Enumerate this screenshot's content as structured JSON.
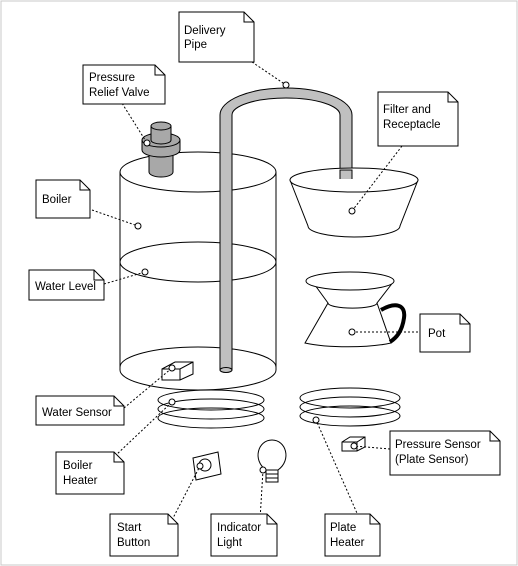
{
  "diagram": {
    "labels": {
      "delivery_pipe": [
        "Delivery",
        "Pipe"
      ],
      "pressure_relief_valve": [
        "Pressure",
        "Relief Valve"
      ],
      "filter_and_receptacle": [
        "Filter and",
        "Receptacle"
      ],
      "boiler": "Boiler",
      "water_level": "Water Level",
      "pot": "Pot",
      "water_sensor": "Water Sensor",
      "pressure_sensor": [
        "Pressure Sensor",
        "(Plate Sensor)"
      ],
      "boiler_heater": [
        "Boiler",
        "Heater"
      ],
      "start_button": [
        "Start",
        "Button"
      ],
      "indicator_light": [
        "Indicator",
        "Light"
      ],
      "plate_heater": [
        "Plate",
        "Heater"
      ]
    },
    "colors": {
      "outline": "#000000",
      "pipe_fill": "#c0c0c0",
      "valve_fill": "#a8a8a8",
      "background": "#ffffff",
      "frame": "#c8c8c8"
    }
  }
}
